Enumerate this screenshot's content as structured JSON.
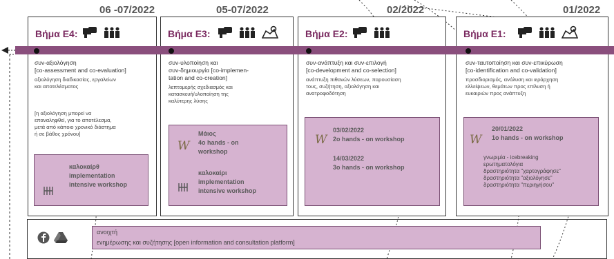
{
  "dates": [
    "06 -07/2022",
    "05-07/2022",
    "02/2022",
    "01/2022"
  ],
  "steps": [
    {
      "title": "Βήμα E4:",
      "desc": [
        "συν-αξιολόγηση",
        "[co-assessment and co-evaluation]"
      ],
      "sub": [
        "αξιολόγηση διαδικασίας, εργαλείων",
        "και αποτελέσματος"
      ],
      "note": [
        "[η αξιολόγηση μπορεί να",
        "επαναληφθεί, για το αποτέλεσμα,",
        "μετά από κάποιο χρονικό διάστημα",
        "ή σε βάθος χρόνου]"
      ],
      "workshop": [
        "καλοκαίρθ",
        "implementation",
        "intensive workshop"
      ]
    },
    {
      "title": "Βήμα E3:",
      "desc": [
        "συν-υλοποίηση και",
        "συν-δημιουργία [co-implemen-",
        "tation and co-creation]"
      ],
      "sub": [
        "λεπτομερής σχεδιασμός και",
        "κατασκευή/υλοποίηση της",
        "καλύτερης λύσης"
      ],
      "ws1": [
        "Μάιος",
        "4ο hands - on",
        "workshop"
      ],
      "ws2": [
        "καλοκαίρι",
        "implementation",
        "intensive workshop"
      ]
    },
    {
      "title": "Βήμα E2:",
      "desc": [
        "συν-ανάπτυξη και συν-επιλογή",
        "[co-development and co-selection]"
      ],
      "sub": [
        "ανάπτυξη πιθανών λύσεων, παρουσίαση",
        "τους, συζήτηση, αξιολόγηση και",
        "ανατροφοδότηση"
      ],
      "ws": [
        "03/02/2022",
        "2ο hands - on workshop",
        "14/03/2022",
        "3ο hands - on workshop"
      ]
    },
    {
      "title": "Βήμα E1:",
      "desc": [
        "συν-ταυτοποίηση και συν-επικύρωση",
        "[co-identification and co-validation]"
      ],
      "sub": [
        "προσδιορισμός, ανάλυση και ιεράρχηση",
        "ελλείψεων, θεμάτων προς επίλυση ή",
        "ευκαιριών προς ανάπτυξη"
      ],
      "ws": [
        "20/01/2022",
        "1ο hands - on workshop"
      ],
      "ws_extra": [
        "γνωριμία - icebreaking",
        "ερωτηματολόγια",
        "δραστηριότητα \"χαρτογράφησε\"",
        "δραστηριότητα \"αξιολόγησε\"",
        "δραστηριότητα \"περιηγήσου\""
      ]
    }
  ],
  "platform": [
    "ανοιχτή",
    "ενημέρωσης και συζήτησης [open information and consultation platform]"
  ],
  "colors": {
    "accent": "#8a4f7d",
    "fill": "#d6b3d0",
    "title": "#7a2a60"
  },
  "icons": [
    "phone-chat-icon",
    "people-icon",
    "map-pin-icon",
    "workshop-w-icon",
    "facebook-icon",
    "drive-icon"
  ]
}
